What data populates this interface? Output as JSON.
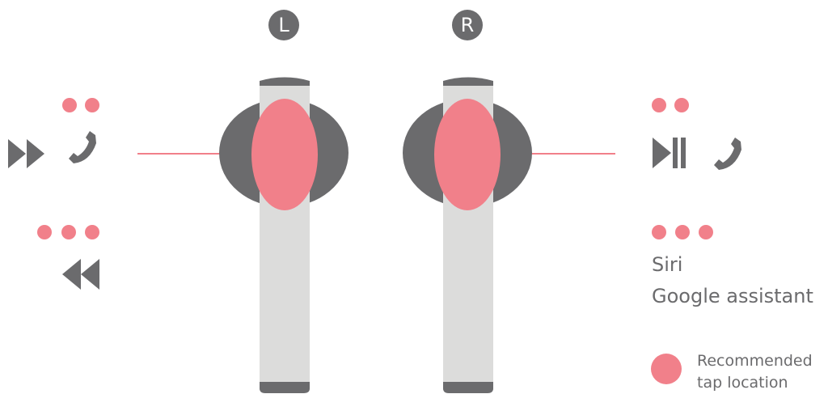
{
  "earbuds": {
    "left": {
      "badge": "L"
    },
    "right": {
      "badge": "R"
    }
  },
  "left_controls": {
    "double_tap": {
      "dots": 2,
      "icons": [
        "fast-forward-icon",
        "phone-icon"
      ]
    },
    "triple_tap": {
      "dots": 3,
      "icons": [
        "rewind-icon"
      ]
    }
  },
  "right_controls": {
    "double_tap": {
      "dots": 2,
      "icons": [
        "play-pause-icon",
        "phone-icon"
      ]
    },
    "triple_tap": {
      "dots": 3,
      "labels": [
        "Siri",
        "Google assistant"
      ]
    }
  },
  "legend": {
    "line1": "Recommended",
    "line2": "tap location"
  },
  "colors": {
    "tap_marker": "#f1808a",
    "earbud_dark": "#6b6b6d",
    "earbud_stem": "#dcdcdb",
    "icon": "#6b6b6d"
  }
}
